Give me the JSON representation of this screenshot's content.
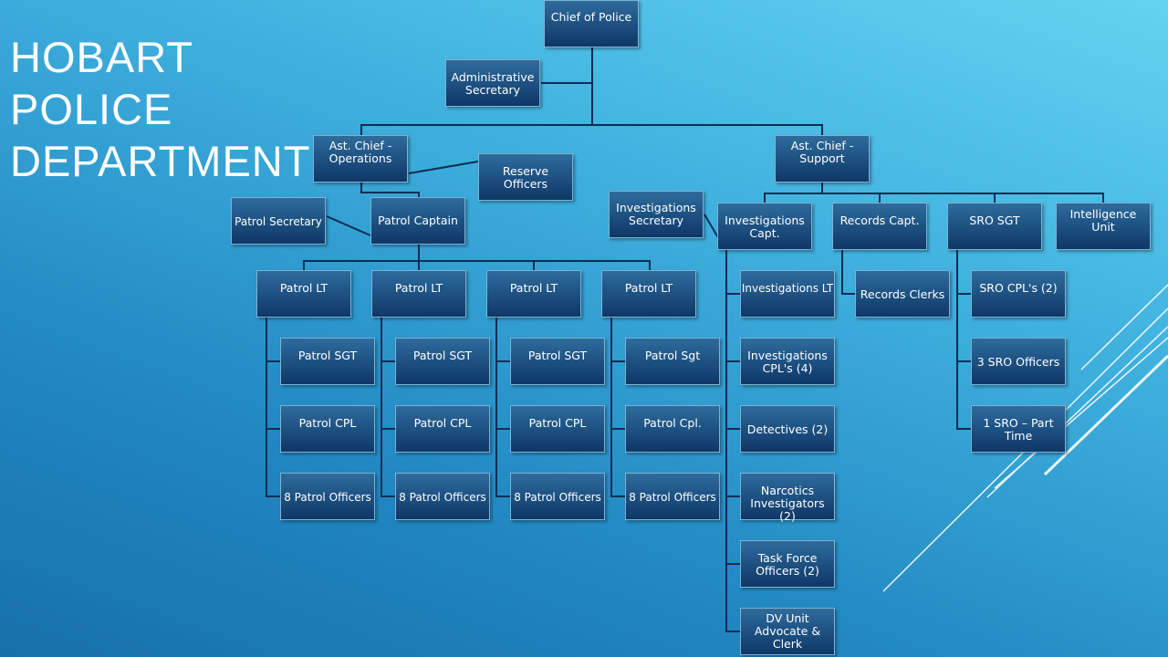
{
  "title": {
    "line1": "HOBART",
    "line2": "POLICE",
    "line3": "DEPARTMENT"
  },
  "colors": {
    "box": "#1c4f80",
    "line": "#0d2e55",
    "accent": "#ffffff"
  },
  "nodes": {
    "chief": "Chief of Police",
    "admin_secretary": "Administrative Secretary",
    "ast_chief_operations": "Ast. Chief - Operations",
    "reserve_officers": "Reserve Officers",
    "ast_chief_support": "Ast. Chief - Support",
    "patrol_secretary": "Patrol Secretary",
    "patrol_captain": "Patrol Captain",
    "patrol_lt": [
      "Patrol LT",
      "Patrol LT",
      "Patrol LT",
      "Patrol LT"
    ],
    "patrol_sgt": [
      "Patrol SGT",
      "Patrol SGT",
      "Patrol SGT",
      "Patrol Sgt"
    ],
    "patrol_cpl": [
      "Patrol CPL",
      "Patrol CPL",
      "Patrol CPL",
      "Patrol Cpl."
    ],
    "patrol_officers": [
      "8 Patrol Officers",
      "8 Patrol Officers",
      "8 Patrol Officers",
      "8 Patrol Officers"
    ],
    "investigations_secretary": "Investigations Secretary",
    "investigations_capt": "Investigations Capt.",
    "records_capt": "Records Capt.",
    "sro_sgt": "SRO SGT",
    "intelligence_unit": "Intelligence Unit",
    "investigations": [
      "Investigations LT",
      "Investigations CPL's (4)",
      "Detectives (2)",
      "Narcotics Investigators (2)",
      "Task Force Officers (2)",
      "DV Unit Advocate & Clerk"
    ],
    "records_clerks": "Records Clerks",
    "sro": [
      "SRO CPL's (2)",
      "3 SRO Officers",
      "1 SRO – Part Time"
    ]
  }
}
